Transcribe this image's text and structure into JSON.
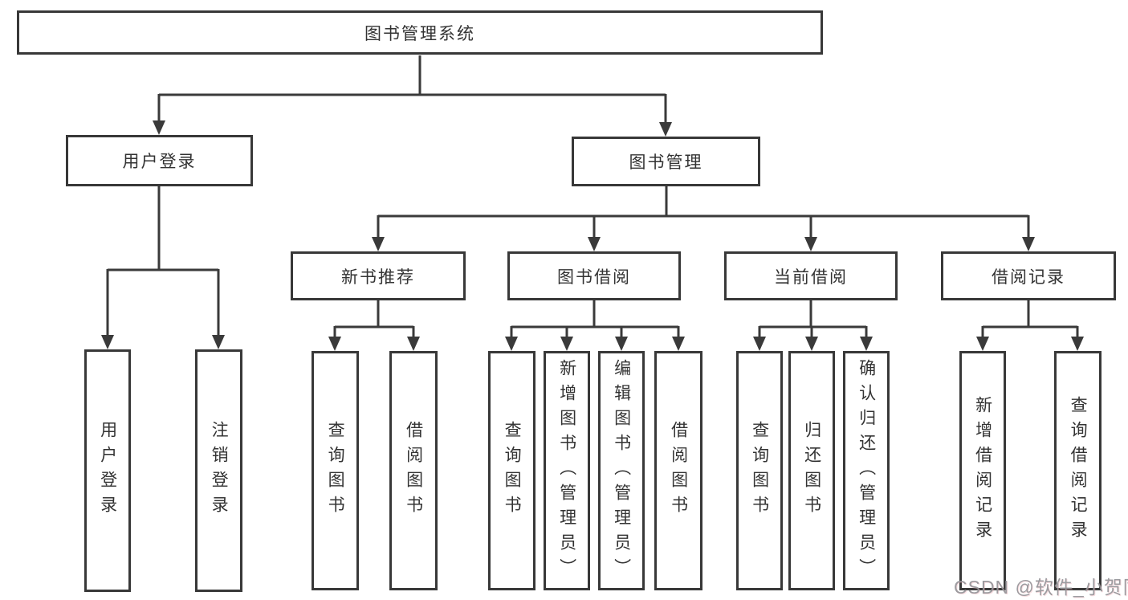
{
  "tree": {
    "root": {
      "label": "图书管理系统"
    },
    "level2": [
      {
        "label": "用户登录",
        "children": [
          {
            "label": "用户登录"
          },
          {
            "label": "注销登录"
          }
        ]
      },
      {
        "label": "图书管理",
        "children": [
          {
            "label": "新书推荐",
            "children": [
              {
                "label": "查询图书"
              },
              {
                "label": "借阅图书"
              }
            ]
          },
          {
            "label": "图书借阅",
            "children": [
              {
                "label": "查询图书"
              },
              {
                "label": "新增图书（管理员）"
              },
              {
                "label": "编辑图书（管理员）"
              },
              {
                "label": "借阅图书"
              }
            ]
          },
          {
            "label": "当前借阅",
            "children": [
              {
                "label": "查询图书"
              },
              {
                "label": "归还图书"
              },
              {
                "label": "确认归还（管理员）"
              }
            ]
          },
          {
            "label": "借阅记录",
            "children": [
              {
                "label": "新增借阅记录"
              },
              {
                "label": "查询借阅记录"
              }
            ]
          }
        ]
      }
    ]
  },
  "watermark": {
    "text": "CSDN @软件_小贺同学"
  },
  "colors": {
    "line": "#3a3a3a",
    "box_border": "#383838",
    "text": "#333333",
    "background": "#ffffff",
    "watermark": "#949498"
  }
}
